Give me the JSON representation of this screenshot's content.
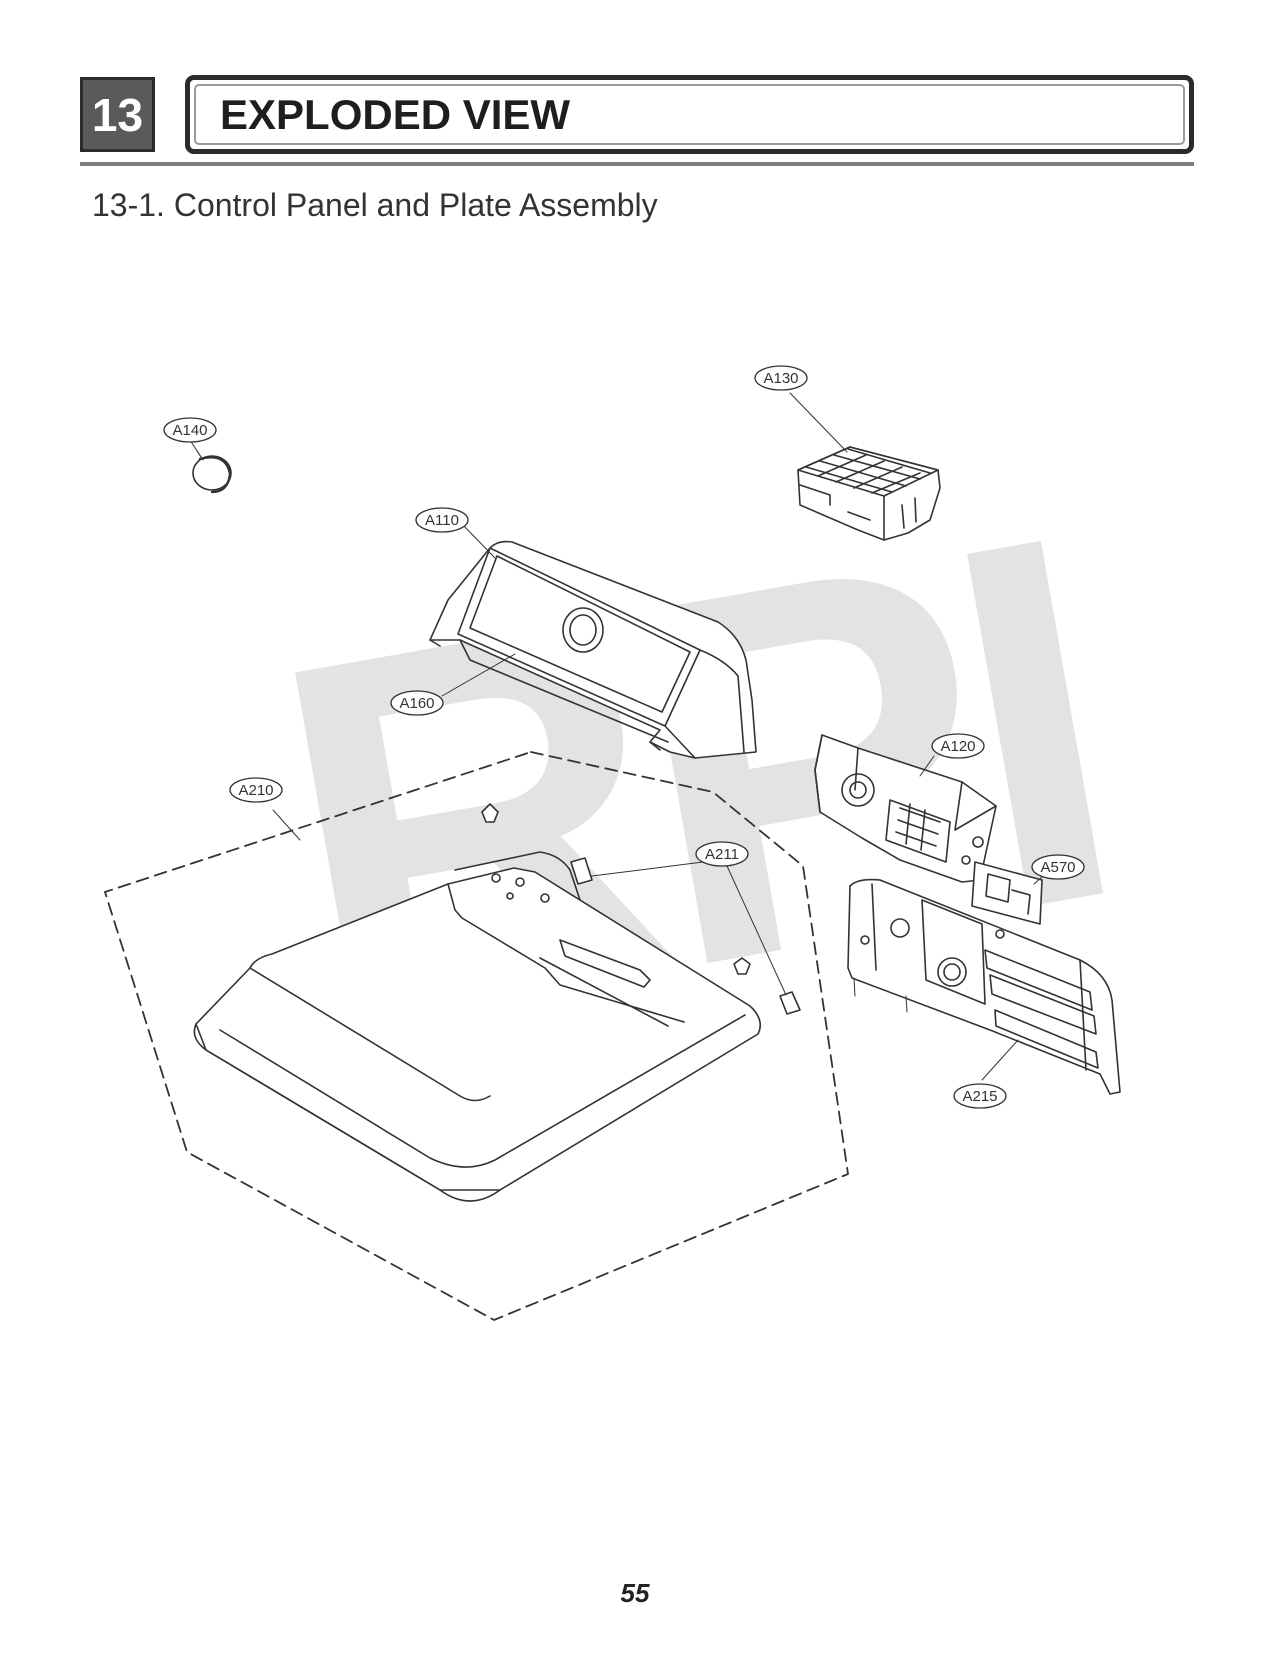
{
  "section": {
    "number": "13",
    "title": "EXPLODED VIEW"
  },
  "subtitle": "13-1. Control Panel and Plate Assembly",
  "watermark": "RPI",
  "page_number": "55",
  "parts": {
    "a130": "A130",
    "a140": "A140",
    "a110": "A110",
    "a160": "A160",
    "a120": "A120",
    "a210": "A210",
    "a211": "A211",
    "a570": "A570",
    "a215": "A215"
  },
  "colors": {
    "line": "#333333",
    "header_fill": "#5a5a5a",
    "watermark": "#afafaf"
  }
}
